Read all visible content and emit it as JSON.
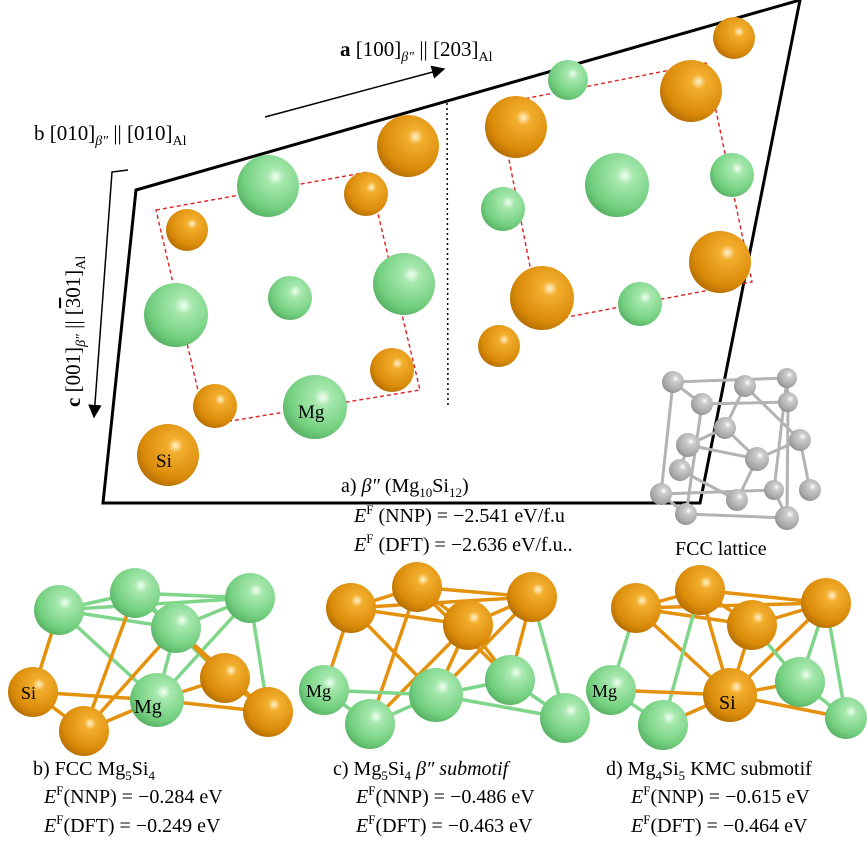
{
  "top_panel": {
    "axis_a": {
      "bold": "a",
      "mid": " [100]",
      "sub1": "β″",
      "sep": " || [203]",
      "sub2": "Al"
    },
    "axis_b": {
      "main": "b [010]",
      "sub1": "β″",
      "sep": " || [010]",
      "sub2": "Al"
    },
    "axis_c": {
      "bold": "c",
      "mid": " [001]",
      "sub1": "β″",
      "sep": " || [",
      "bar": "3",
      "end": "01]",
      "sub2": "Al"
    },
    "atom_label_mg": "Mg",
    "atom_label_si": "Si",
    "caption": {
      "line1_prefix": "a) ",
      "line1_phase": "β″",
      "line1_formula": {
        "open": "(Mg",
        "n1": "10",
        "mid": "Si",
        "n2": "12",
        "close": ")"
      },
      "line2": {
        "E": "E",
        "sup": "F",
        "rest": " (NNP) = −2.541 eV/f.u"
      },
      "line3": {
        "E": "E",
        "sup": "F",
        "rest": " (DFT) = −2.636 eV/f.u.."
      }
    }
  },
  "fcc_lattice": {
    "label": "FCC lattice"
  },
  "panels": [
    {
      "id": "b",
      "atom_labels": [
        "Si",
        "Mg"
      ],
      "caption_parts": {
        "prefix": "b) FCC Mg",
        "n1": "5",
        "mid": "Si",
        "n2": "4",
        "tail": ""
      },
      "nnp": {
        "E": "E",
        "sup": "F",
        "rest": "(NNP) = −0.284 eV"
      },
      "dft": {
        "E": "E",
        "sup": "F",
        "rest": "(DFT) = −0.249 eV"
      }
    },
    {
      "id": "c",
      "atom_labels": [
        "Mg"
      ],
      "caption_parts": {
        "prefix": "c) Mg",
        "n1": "5",
        "mid": "Si",
        "n2": "4",
        "tail": " β″ submotif"
      },
      "nnp": {
        "E": "E",
        "sup": "F",
        "rest": "(NNP) = −0.486 eV"
      },
      "dft": {
        "E": "E",
        "sup": "F",
        "rest": "(DFT) = −0.463 eV"
      }
    },
    {
      "id": "d",
      "atom_labels": [
        "Mg",
        "Si"
      ],
      "caption_parts": {
        "prefix": "d) Mg",
        "n1": "4",
        "mid": "Si",
        "n2": "5",
        "tail": " KMC submotif"
      },
      "nnp": {
        "E": "E",
        "sup": "F",
        "rest": "(NNP) = −0.615 eV"
      },
      "dft": {
        "E": "E",
        "sup": "F",
        "rest": "(DFT) = −0.464 eV"
      }
    }
  ],
  "colors": {
    "mg": "#7fd68a",
    "si": "#e4920d",
    "fcc_atom": "#b5b5b5",
    "unit_cell": "#e02020"
  }
}
